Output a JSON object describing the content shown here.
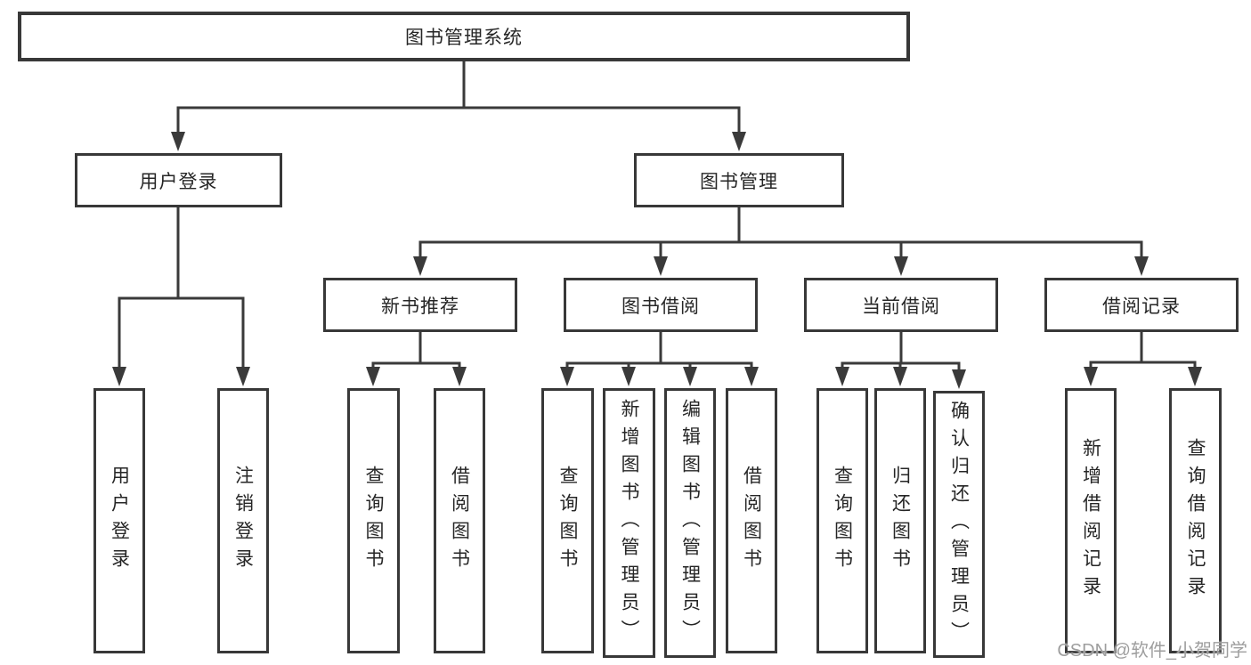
{
  "title": "图书管理系统",
  "nodes": {
    "user_login": "用户登录",
    "book_mgmt": "图书管理",
    "new_book": "新书推荐",
    "book_borrow": "图书借阅",
    "current_borrow": "当前借阅",
    "borrow_record": "借阅记录"
  },
  "leaves": {
    "user_login": [
      "用户登录",
      "注销登录"
    ],
    "new_book": [
      "查询图书",
      "借阅图书"
    ],
    "book_borrow": [
      "查询图书",
      "新增图书（管理员）",
      "编辑图书（管理员）",
      "借阅图书"
    ],
    "current_borrow": [
      "查询图书",
      "归还图书",
      "确认归还（管理员）"
    ],
    "borrow_record": [
      "新增借阅记录",
      "查询借阅记录"
    ]
  },
  "watermark": "CSDN @软件_小贺同学",
  "colors": {
    "line": "#3a3a3a",
    "border": "#383838",
    "text": "#262626",
    "background": "#ffffff",
    "watermark": "#9e9e9e"
  }
}
